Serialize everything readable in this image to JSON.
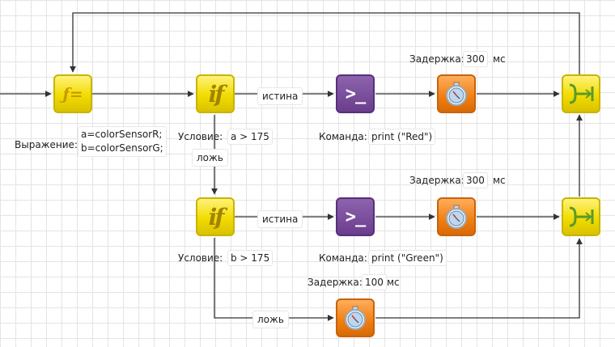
{
  "palette": {
    "grid": "#e4e4e4",
    "wire": "#333333",
    "expression_block": "#f2dc00",
    "condition_block": "#f2dc00",
    "command_block": "#6a3e8d",
    "delay_block": "#f07e12",
    "join_block": "#f2dc00"
  },
  "expression": {
    "icon": "function-icon",
    "label": "Выражение:",
    "line1": "a=colorSensorR;",
    "line2": "b=colorSensorG;"
  },
  "condition1": {
    "icon": "if-icon",
    "label": "Условие:",
    "value": "a > 175",
    "true_label": "истина",
    "false_label": "ложь"
  },
  "command1": {
    "icon": "terminal-icon",
    "label": "Команда:",
    "value": "print (\"Red\")"
  },
  "delay1": {
    "icon": "stopwatch-icon",
    "label": "Задержка:",
    "value": "300",
    "unit": "мс"
  },
  "condition2": {
    "icon": "if-icon",
    "label": "Условие:",
    "value": "b > 175",
    "true_label": "истина",
    "false_label": "ложь"
  },
  "command2": {
    "icon": "terminal-icon",
    "label": "Команда:",
    "value": "print (\"Green\")"
  },
  "delay2": {
    "icon": "stopwatch-icon",
    "label": "Задержка:",
    "value": "300",
    "unit": "мс"
  },
  "delay3": {
    "icon": "stopwatch-icon",
    "label": "Задержка:",
    "value": "100",
    "unit": "мс"
  },
  "join1": {
    "icon": "merge-icon"
  },
  "join2": {
    "icon": "merge-icon"
  }
}
